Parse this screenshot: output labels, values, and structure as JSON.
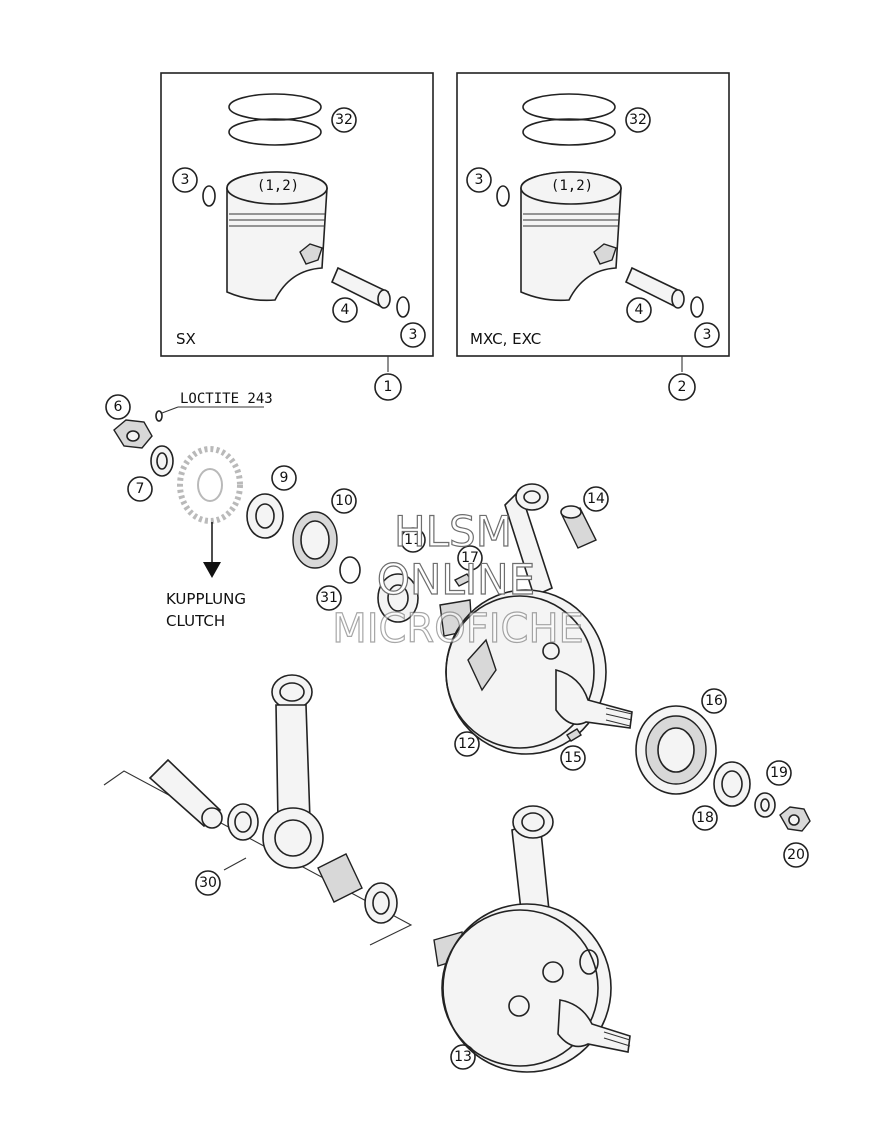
{
  "labels": {
    "variant_sx": "SX",
    "variant_mxc_exc": "MXC, EXC",
    "loctite": "LOCTITE 243",
    "kupplung": "KUPPLUNG",
    "clutch": "CLUTCH",
    "piston_marking_1": "(1,2)",
    "piston_marking_2": "(1,2)"
  },
  "watermark": {
    "line1": "HLSM",
    "line2": "ONLINE",
    "line3": "MICROFICHE"
  },
  "callouts": {
    "c1": "1",
    "c2": "2",
    "c3a": "3",
    "c3b": "3",
    "c3c": "3",
    "c3d": "3",
    "c4a": "4",
    "c4b": "4",
    "c6": "6",
    "c7": "7",
    "c9": "9",
    "c10": "10",
    "c11": "11",
    "c12": "12",
    "c13": "13",
    "c14": "14",
    "c15": "15",
    "c16": "16",
    "c17": "17",
    "c18": "18",
    "c19": "19",
    "c20": "20",
    "c30": "30",
    "c31": "31",
    "c32a": "32",
    "c32b": "32"
  }
}
